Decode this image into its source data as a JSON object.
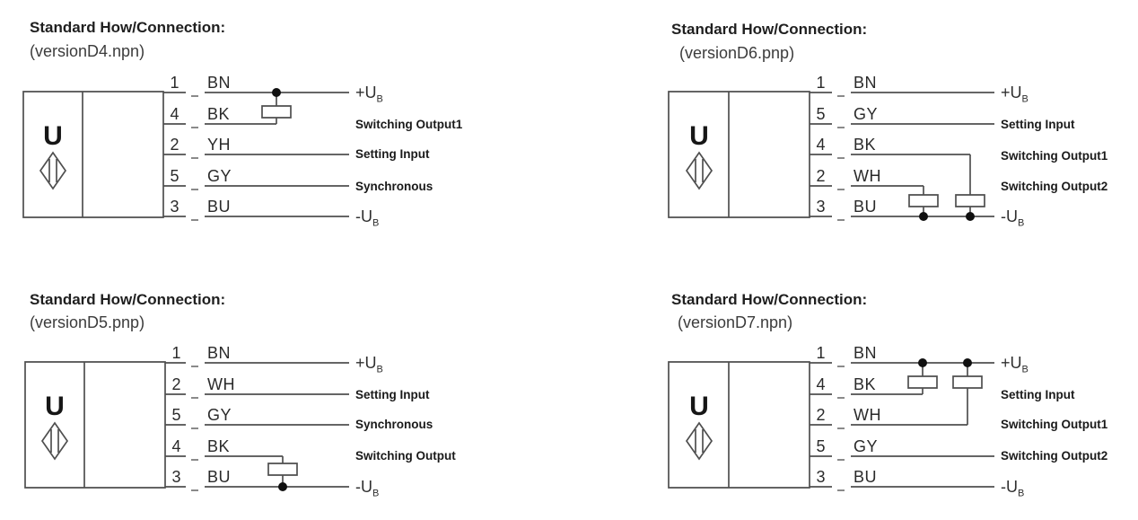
{
  "colors": {
    "line": "#4f4f4f",
    "dash": "#8a8a8a",
    "dot": "#101010",
    "text": "#1f1f1f"
  },
  "panels": [
    {
      "title": "Standard How/Connection:",
      "version": "(versionD4.npn)",
      "unit": "U",
      "rows": [
        {
          "pin": "1",
          "code": "BN",
          "label": "+U",
          "label_sub": "B"
        },
        {
          "pin": "4",
          "code": "BK",
          "label": "Switching Output1"
        },
        {
          "pin": "2",
          "code": "YH",
          "label": "Setting Input"
        },
        {
          "pin": "5",
          "code": "GY",
          "label": "Synchronous"
        },
        {
          "pin": "3",
          "code": "BU",
          "label": "-U",
          "label_sub": "B"
        }
      ]
    },
    {
      "title": "Standard How/Connection:",
      "version": "(versionD6.pnp)",
      "unit": "U",
      "rows": [
        {
          "pin": "1",
          "code": "BN",
          "label": "+U",
          "label_sub": "B"
        },
        {
          "pin": "5",
          "code": "GY",
          "label": "Setting Input"
        },
        {
          "pin": "4",
          "code": "BK",
          "label": "Switching Output1"
        },
        {
          "pin": "2",
          "code": "WH",
          "label": "Switching Output2"
        },
        {
          "pin": "3",
          "code": "BU",
          "label": "-U",
          "label_sub": "B"
        }
      ]
    },
    {
      "title": "Standard How/Connection:",
      "version": "(versionD5.pnp)",
      "unit": "U",
      "rows": [
        {
          "pin": "1",
          "code": "BN",
          "label": "+U",
          "label_sub": "B"
        },
        {
          "pin": "2",
          "code": "WH",
          "label": "Setting Input"
        },
        {
          "pin": "5",
          "code": "GY",
          "label": "Synchronous"
        },
        {
          "pin": "4",
          "code": "BK",
          "label": "Switching Output"
        },
        {
          "pin": "3",
          "code": "BU",
          "label": "-U",
          "label_sub": "B"
        }
      ]
    },
    {
      "title": "Standard How/Connection:",
      "version": "(versionD7.npn)",
      "unit": "U",
      "rows": [
        {
          "pin": "1",
          "code": "BN",
          "label": "+U",
          "label_sub": "B"
        },
        {
          "pin": "4",
          "code": "BK",
          "label": "Setting Input"
        },
        {
          "pin": "2",
          "code": "WH",
          "label": "Switching Output1"
        },
        {
          "pin": "5",
          "code": "GY",
          "label": "Switching Output2"
        },
        {
          "pin": "3",
          "code": "BU",
          "label": "-U",
          "label_sub": "B"
        }
      ]
    }
  ]
}
